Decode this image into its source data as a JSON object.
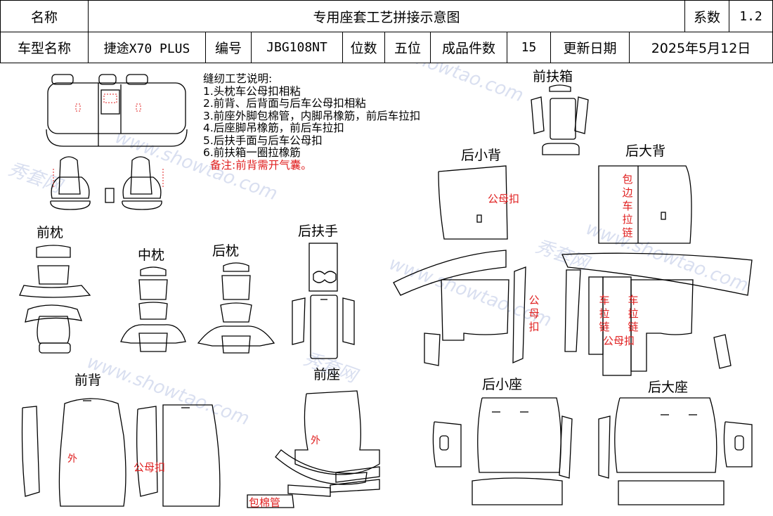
{
  "header": {
    "name_label": "名称",
    "title": "专用座套工艺拼接示意图",
    "series_label": "系数",
    "series_value": "1.2",
    "model_label": "车型名称",
    "model_value": "捷途X70 PLUS",
    "code_label": "编号",
    "code_value": "JBG108NT",
    "seats_label": "位数",
    "seats_value": "五位",
    "pieces_label": "成品件数",
    "pieces_value": "15",
    "date_label": "更新日期",
    "date_value": "2025年5月12日"
  },
  "notes": {
    "title": "缝纫工艺说明:",
    "items": [
      "1.头枕车公母扣相粘",
      "2.前背、后背面与后车公母扣相粘",
      "3.前座外脚包棉管，内脚吊橡筋，前后车拉扣",
      "4.后座脚吊橡筋，前后车拉扣",
      "5.后扶手面与后车公母扣",
      "6.前扶箱一圈拉橡筋"
    ],
    "remark": "备注:前背需开气囊。"
  },
  "sections": {
    "front_armrest_box": "前扶箱",
    "rear_small_back": "后小背",
    "rear_big_back": "后大背",
    "front_headrest": "前枕",
    "middle_headrest": "中枕",
    "rear_headrest": "后枕",
    "rear_armrest": "后扶手",
    "front_back": "前背",
    "front_seat": "前座",
    "rear_small_seat": "后小座",
    "rear_big_seat": "后大座"
  },
  "annotations": {
    "snap": "公母扣",
    "edge_zip": "包边车拉链",
    "zip": "车拉链",
    "snap_vertical": "公母扣",
    "outer": "外",
    "outer_seat": "外",
    "front_back_snap": "公母扣",
    "cotton_tube": "包棉管"
  },
  "watermark": {
    "text": "www.showtao.com",
    "brand": "秀套网"
  },
  "colors": {
    "line": "#000000",
    "annotation": "#e02020",
    "watermark": "#7f95c8"
  }
}
